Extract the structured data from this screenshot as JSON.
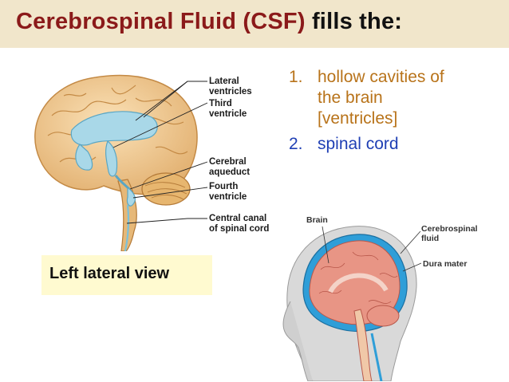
{
  "title": {
    "part1": "Cerebrospinal Fluid (CSF)",
    "part2": "fills the:"
  },
  "list": [
    {
      "number": "1.",
      "lines": [
        "hollow cavities of",
        "the brain",
        "[ventricles]"
      ]
    },
    {
      "number": "2.",
      "lines": [
        "spinal cord"
      ]
    }
  ],
  "left_figure": {
    "labels": {
      "lateral_ventricles": [
        "Lateral",
        "ventricles"
      ],
      "third_ventricle": [
        "Third",
        "ventricle"
      ],
      "cerebral_aqueduct": [
        "Cerebral",
        "aqueduct"
      ],
      "fourth_ventricle": [
        "Fourth",
        "ventricle"
      ],
      "central_canal": [
        "Central canal",
        "of spinal cord"
      ]
    },
    "caption": "Left lateral view"
  },
  "right_figure": {
    "labels": {
      "brain": "Brain",
      "csf": [
        "Cerebrospinal",
        "fluid"
      ],
      "dura": "Dura mater"
    }
  },
  "colors": {
    "title_red": "#8b1a1a",
    "item1_orange": "#b8731a",
    "item2_blue": "#1f3fb4",
    "title_band": "#f1e6cb",
    "caption_box": "#fffad0"
  }
}
